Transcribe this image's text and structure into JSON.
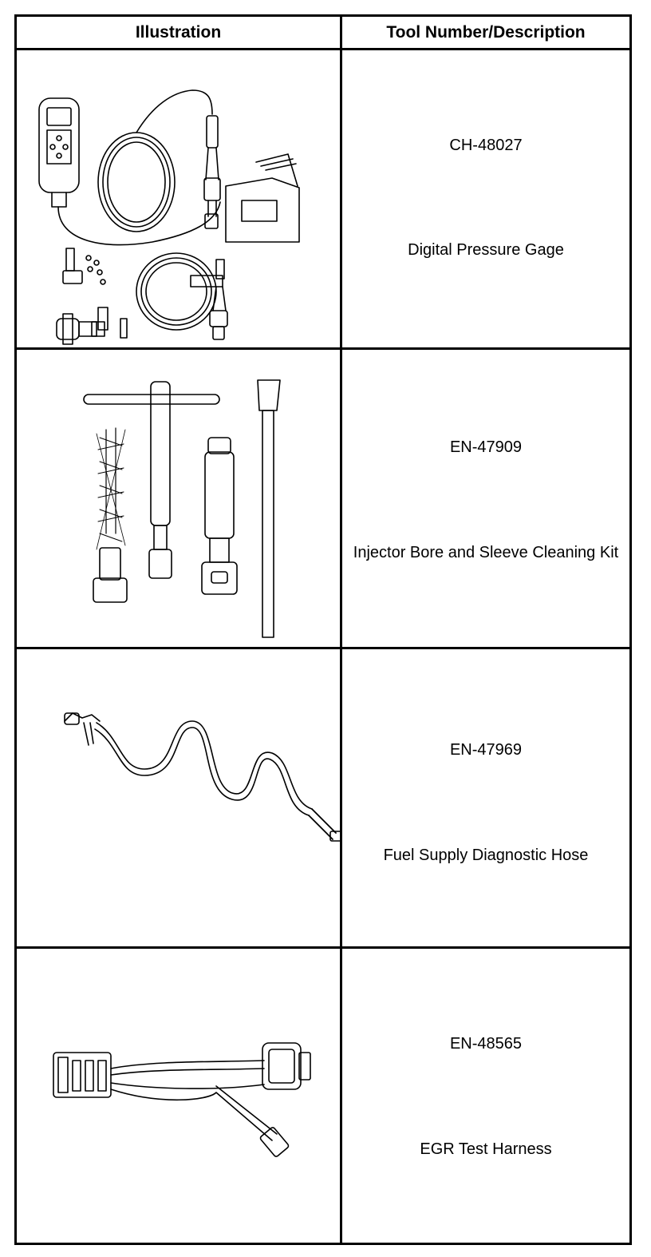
{
  "table": {
    "headers": {
      "illustration": "Illustration",
      "tool": "Tool Number/Description"
    },
    "rows": [
      {
        "number": "CH-48027",
        "name": "Digital Pressure Gage",
        "illustration_icon": "digital-pressure-gage-illustration"
      },
      {
        "number": "EN-47909",
        "name": "Injector Bore and Sleeve Cleaning Kit",
        "illustration_icon": "cleaning-kit-illustration"
      },
      {
        "number": "EN-47969",
        "name": "Fuel Supply Diagnostic Hose",
        "illustration_icon": "diagnostic-hose-illustration"
      },
      {
        "number": "EN-48565",
        "name": "EGR Test Harness",
        "illustration_icon": "test-harness-illustration"
      }
    ]
  }
}
